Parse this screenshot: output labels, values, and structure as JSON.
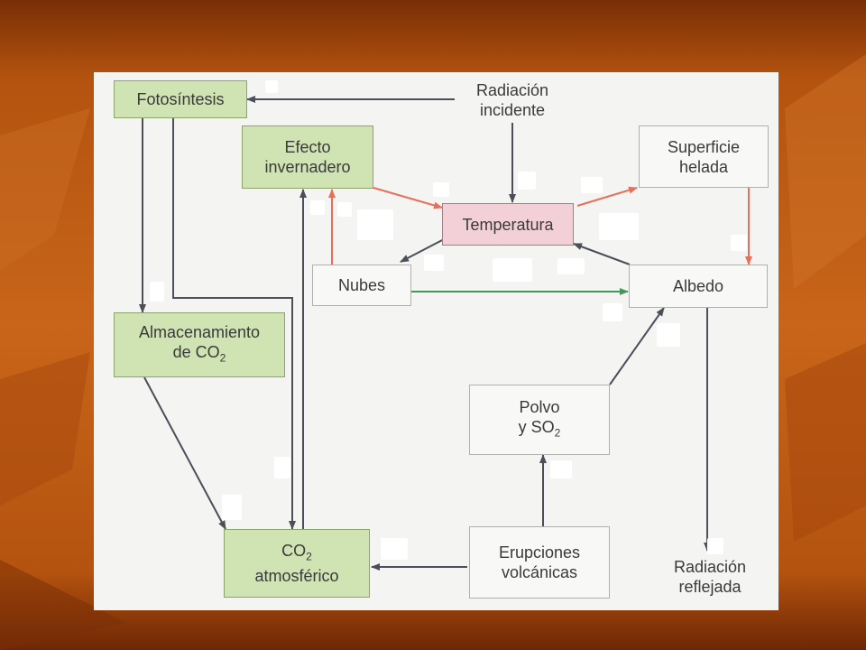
{
  "diagram": {
    "nodes": {
      "fotosintesis": "Fotosíntesis",
      "radiacion_incidente_1": "Radiación",
      "radiacion_incidente_2": "incidente",
      "efecto_invernadero_1": "Efecto",
      "efecto_invernadero_2": "invernadero",
      "superficie_helada_1": "Superficie",
      "superficie_helada_2": "helada",
      "temperatura": "Temperatura",
      "nubes": "Nubes",
      "albedo": "Albedo",
      "almacenamiento_1": "Almacenamiento",
      "almacenamiento_2": "de CO",
      "almacenamiento_sub": "2",
      "polvo_1": "Polvo",
      "polvo_2": "y SO",
      "polvo_sub": "2",
      "co2_1": "CO",
      "co2_sub": "2",
      "co2_2": "atmosférico",
      "erupciones_1": "Erupciones",
      "erupciones_2": "volcánicas",
      "radiacion_reflejada_1": "Radiación",
      "radiacion_reflejada_2": "reflejada"
    },
    "colors": {
      "green_box": "#cfe3b3",
      "pink_box": "#f3cfd8",
      "arrow_dark": "#4a4f58",
      "arrow_red": "#e8705a",
      "arrow_green": "#3f9a55"
    }
  }
}
